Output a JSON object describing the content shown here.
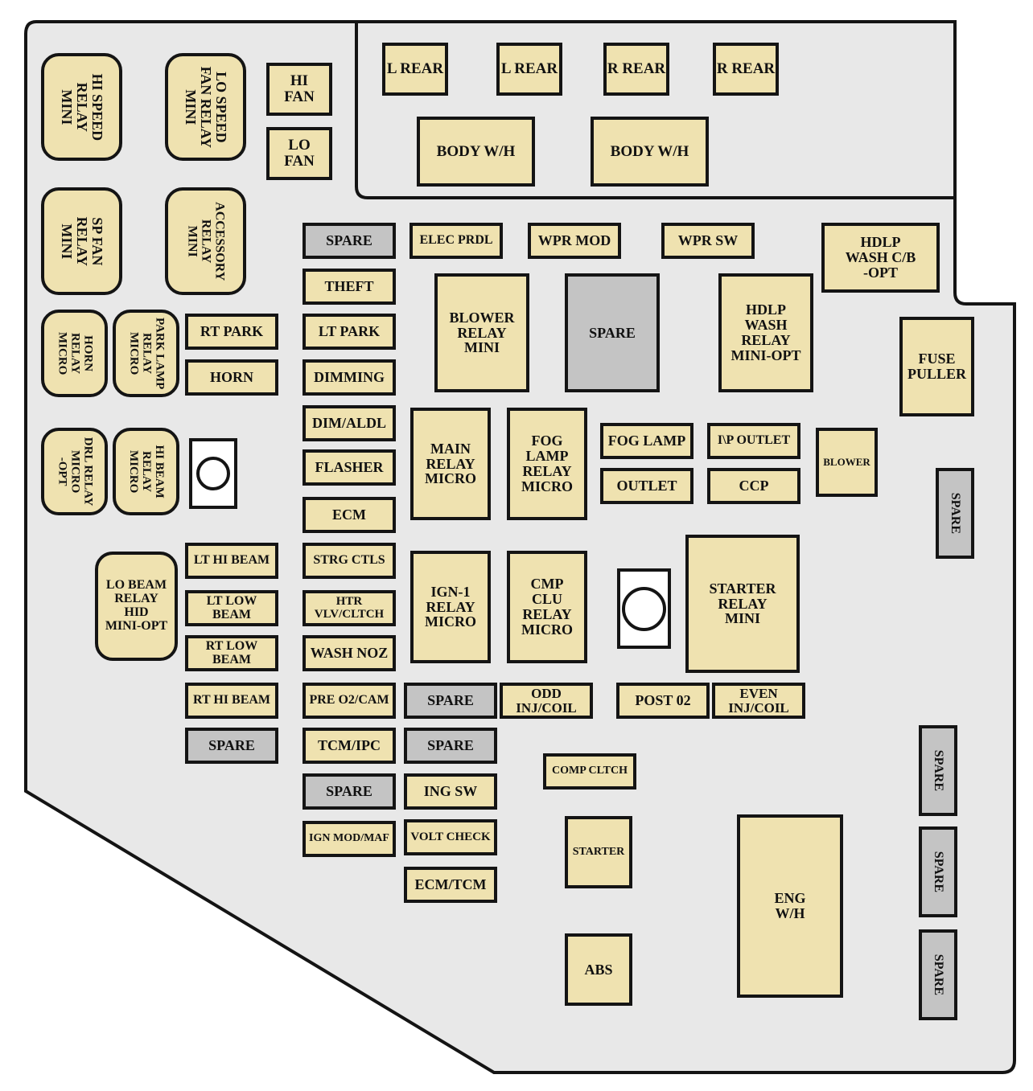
{
  "colors": {
    "housing": "#e8e8e8",
    "component": "#efe2b0",
    "spare": "#c4c4c4",
    "outline": "#141414"
  },
  "components": [
    {
      "id": "hi-speed-relay",
      "label": "HI SPEED\nRELAY\nMINI",
      "kind": "relay"
    },
    {
      "id": "lo-speed-fan-relay",
      "label": "LO SPEED\nFAN RELAY\nMINI",
      "kind": "relay"
    },
    {
      "id": "hi-fan",
      "label": "HI\nFAN",
      "kind": "fuse"
    },
    {
      "id": "lo-fan",
      "label": "LO\nFAN",
      "kind": "fuse"
    },
    {
      "id": "l-rear-1",
      "label": "L REAR",
      "kind": "fuse"
    },
    {
      "id": "l-rear-2",
      "label": "L REAR",
      "kind": "fuse"
    },
    {
      "id": "r-rear-1",
      "label": "R REAR",
      "kind": "fuse"
    },
    {
      "id": "r-rear-2",
      "label": "R REAR",
      "kind": "fuse"
    },
    {
      "id": "body-wh-1",
      "label": "BODY W/H",
      "kind": "fuse"
    },
    {
      "id": "body-wh-2",
      "label": "BODY W/H",
      "kind": "fuse"
    },
    {
      "id": "sp-fan-relay",
      "label": "SP FAN\nRELAY\nMINI",
      "kind": "relay"
    },
    {
      "id": "accessory-relay",
      "label": "ACCESSORY\nRELAY\nMINI",
      "kind": "relay"
    },
    {
      "id": "spare-top",
      "label": "SPARE",
      "kind": "spare"
    },
    {
      "id": "elec-prdl",
      "label": "ELEC PRDL",
      "kind": "fuse"
    },
    {
      "id": "wpr-mod",
      "label": "WPR MOD",
      "kind": "fuse"
    },
    {
      "id": "wpr-sw",
      "label": "WPR SW",
      "kind": "fuse"
    },
    {
      "id": "hdlp-wash-cb",
      "label": "HDLP\nWASH C/B\n-OPT",
      "kind": "fuse"
    },
    {
      "id": "theft",
      "label": "THEFT",
      "kind": "fuse"
    },
    {
      "id": "blower-relay",
      "label": "BLOWER\nRELAY\nMINI",
      "kind": "fuse"
    },
    {
      "id": "spare-center",
      "label": "SPARE",
      "kind": "spare"
    },
    {
      "id": "hdlp-wash-relay",
      "label": "HDLP\nWASH\nRELAY\nMINI-OPT",
      "kind": "fuse"
    },
    {
      "id": "fuse-puller",
      "label": "FUSE\nPULLER",
      "kind": "fuse"
    },
    {
      "id": "horn-relay",
      "label": "HORN\nRELAY\nMICRO",
      "kind": "relay"
    },
    {
      "id": "park-lamp-relay",
      "label": "PARK LAMP\nRELAY\nMICRO",
      "kind": "relay"
    },
    {
      "id": "rt-park",
      "label": "RT PARK",
      "kind": "fuse"
    },
    {
      "id": "lt-park",
      "label": "LT PARK",
      "kind": "fuse"
    },
    {
      "id": "horn",
      "label": "HORN",
      "kind": "fuse"
    },
    {
      "id": "dimming",
      "label": "DIMMING",
      "kind": "fuse"
    },
    {
      "id": "dim-aldl",
      "label": "DIM/ALDL",
      "kind": "fuse"
    },
    {
      "id": "main-relay",
      "label": "MAIN\nRELAY\nMICRO",
      "kind": "fuse"
    },
    {
      "id": "fog-lamp-relay",
      "label": "FOG\nLAMP\nRELAY\nMICRO",
      "kind": "fuse"
    },
    {
      "id": "fog-lamp",
      "label": "FOG LAMP",
      "kind": "fuse"
    },
    {
      "id": "ip-outlet",
      "label": "I\\P OUTLET",
      "kind": "fuse"
    },
    {
      "id": "blower",
      "label": "BLOWER",
      "kind": "fuse"
    },
    {
      "id": "drl-relay",
      "label": "DRL RELAY\nMICRO\n-OPT",
      "kind": "relay"
    },
    {
      "id": "hi-beam-relay",
      "label": "HI BEAM\nRELAY\nMICRO",
      "kind": "relay"
    },
    {
      "id": "flasher",
      "label": "FLASHER",
      "kind": "fuse"
    },
    {
      "id": "outlet",
      "label": "OUTLET",
      "kind": "fuse"
    },
    {
      "id": "ccp",
      "label": "CCP",
      "kind": "fuse"
    },
    {
      "id": "spare-right-1",
      "label": "SPARE",
      "kind": "spare"
    },
    {
      "id": "ecm",
      "label": "ECM",
      "kind": "fuse"
    },
    {
      "id": "lo-beam-relay",
      "label": "LO BEAM\nRELAY\nHID\nMINI-OPT",
      "kind": "relay"
    },
    {
      "id": "lt-hi-beam",
      "label": "LT HI BEAM",
      "kind": "fuse"
    },
    {
      "id": "strg-ctls",
      "label": "STRG CTLS",
      "kind": "fuse"
    },
    {
      "id": "ign1-relay",
      "label": "IGN-1\nRELAY\nMICRO",
      "kind": "fuse"
    },
    {
      "id": "cmp-clu-relay",
      "label": "CMP\nCLU\nRELAY\nMICRO",
      "kind": "fuse"
    },
    {
      "id": "starter-relay",
      "label": "STARTER\nRELAY\nMINI",
      "kind": "fuse"
    },
    {
      "id": "lt-low-beam",
      "label": "LT LOW\nBEAM",
      "kind": "fuse"
    },
    {
      "id": "htr-vlv-cltch",
      "label": "HTR\nVLV/CLTCH",
      "kind": "fuse"
    },
    {
      "id": "rt-low-beam",
      "label": "RT LOW\nBEAM",
      "kind": "fuse"
    },
    {
      "id": "wash-noz",
      "label": "WASH NOZ",
      "kind": "fuse"
    },
    {
      "id": "rt-hi-beam",
      "label": "RT HI BEAM",
      "kind": "fuse"
    },
    {
      "id": "pre-o2-cam",
      "label": "PRE O2/CAM",
      "kind": "fuse"
    },
    {
      "id": "spare-mid-1",
      "label": "SPARE",
      "kind": "spare"
    },
    {
      "id": "odd-inj-coil",
      "label": "ODD\nINJ/COIL",
      "kind": "fuse"
    },
    {
      "id": "post-02",
      "label": "POST 02",
      "kind": "fuse"
    },
    {
      "id": "even-inj-coil",
      "label": "EVEN\nINJ/COIL",
      "kind": "fuse"
    },
    {
      "id": "spare-left",
      "label": "SPARE",
      "kind": "spare"
    },
    {
      "id": "tcm-ipc",
      "label": "TCM/IPC",
      "kind": "fuse"
    },
    {
      "id": "spare-mid-2",
      "label": "SPARE",
      "kind": "spare"
    },
    {
      "id": "comp-cltch",
      "label": "COMP CLTCH",
      "kind": "fuse"
    },
    {
      "id": "spare-right-2",
      "label": "SPARE",
      "kind": "spare"
    },
    {
      "id": "spare-col-left",
      "label": "SPARE",
      "kind": "spare"
    },
    {
      "id": "ing-sw",
      "label": "ING SW",
      "kind": "fuse"
    },
    {
      "id": "ign-mod-maf",
      "label": "IGN MOD/MAF",
      "kind": "fuse"
    },
    {
      "id": "volt-check",
      "label": "VOLT CHECK",
      "kind": "fuse"
    },
    {
      "id": "starter",
      "label": "STARTER",
      "kind": "fuse"
    },
    {
      "id": "eng-wh",
      "label": "ENG\nW/H",
      "kind": "fuse"
    },
    {
      "id": "spare-right-3",
      "label": "SPARE",
      "kind": "spare"
    },
    {
      "id": "ecm-tcm",
      "label": "ECM/TCM",
      "kind": "fuse"
    },
    {
      "id": "spare-right-4",
      "label": "SPARE",
      "kind": "spare"
    },
    {
      "id": "abs",
      "label": "ABS",
      "kind": "fuse"
    }
  ]
}
